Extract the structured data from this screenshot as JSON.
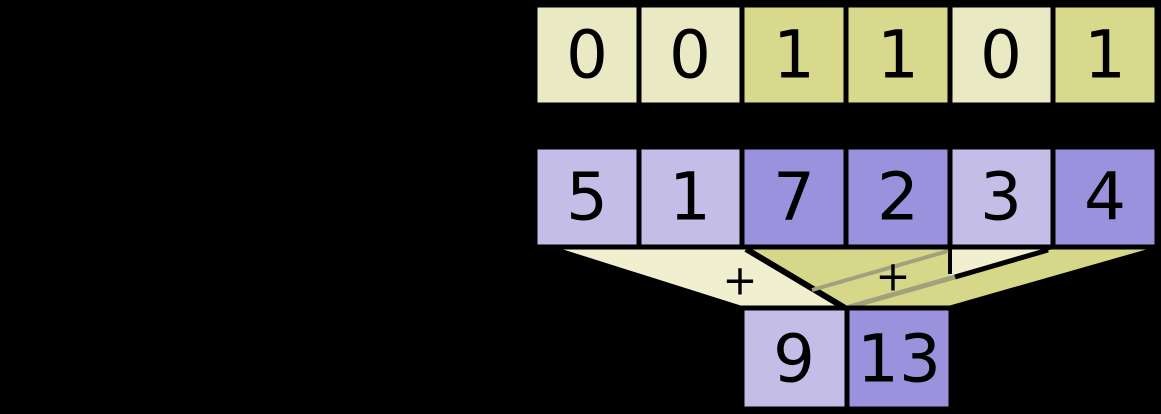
{
  "diagram": {
    "kind": "masked-vector-sum",
    "mask_bits": [
      "0",
      "0",
      "1",
      "1",
      "0",
      "1"
    ],
    "values": [
      "5",
      "1",
      "7",
      "2",
      "3",
      "4"
    ],
    "results": [
      "9",
      "13"
    ]
  },
  "colors": {
    "background": "#000000",
    "border": "#000000",
    "digit": "#000000",
    "mask_zero_fill": "#e9e9c3",
    "mask_one_fill": "#d9d98e",
    "value_unselected_fill": "#c4bde7",
    "value_selected_fill": "#9a92dd",
    "funnel_light_fill": "#f0f0d1",
    "funnel_dark_fill": "#d7d78a",
    "edge_black": "#000000",
    "edge_occluded_grey": "#a1a17d"
  },
  "mask_row": {
    "cells": [
      {
        "value": "0",
        "fill": "#e9e9c3"
      },
      {
        "value": "0",
        "fill": "#e9e9c3"
      },
      {
        "value": "1",
        "fill": "#d9d98e"
      },
      {
        "value": "1",
        "fill": "#d9d98e"
      },
      {
        "value": "0",
        "fill": "#e9e9c3"
      },
      {
        "value": "1",
        "fill": "#d9d98e"
      }
    ]
  },
  "value_row": {
    "cells": [
      {
        "value": "5",
        "fill": "#c4bde7"
      },
      {
        "value": "1",
        "fill": "#c4bde7"
      },
      {
        "value": "7",
        "fill": "#9a92dd"
      },
      {
        "value": "2",
        "fill": "#9a92dd"
      },
      {
        "value": "3",
        "fill": "#c4bde7"
      },
      {
        "value": "4",
        "fill": "#9a92dd"
      }
    ]
  },
  "result_row": {
    "cells": [
      {
        "value": "9",
        "fill": "#c4bde7"
      },
      {
        "value": "13",
        "fill": "#9a92dd"
      }
    ]
  },
  "operators": {
    "sum_unselected": "+",
    "sum_selected": "+"
  }
}
